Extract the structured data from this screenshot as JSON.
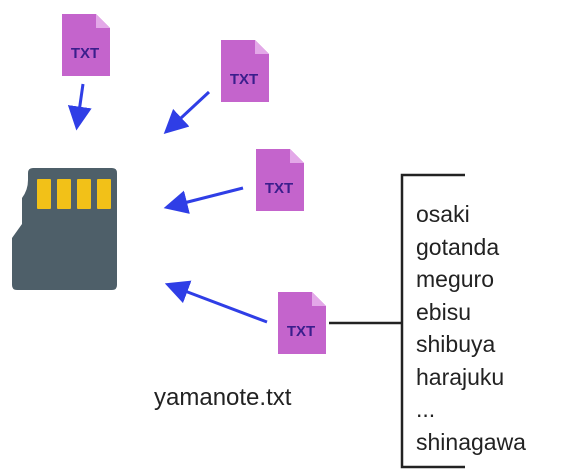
{
  "colors": {
    "file_fill": "#c464cc",
    "file_fold": "#e3a8e8",
    "file_text": "#3a1e8c",
    "arrow": "#2f3ee6",
    "card_body": "#4e5f69",
    "card_contacts": "#f2c118",
    "bracket": "#222222",
    "text": "#222222"
  },
  "icons": {
    "file": "text-file-icon",
    "card": "sd-card-icon",
    "arrow": "arrow"
  },
  "diagram": {
    "file_badges": [
      "TXT",
      "TXT",
      "TXT",
      "TXT"
    ],
    "caption": "yamanote.txt",
    "stations": [
      "osaki",
      "gotanda",
      "meguro",
      "ebisu",
      "shibuya",
      "harajuku",
      "...",
      "shinagawa"
    ]
  }
}
